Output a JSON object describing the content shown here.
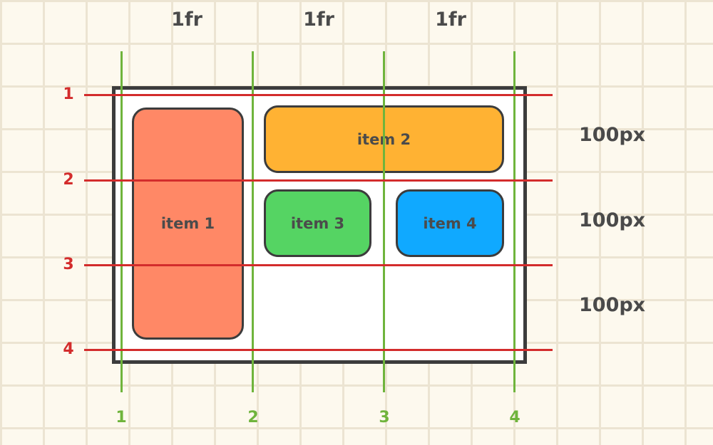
{
  "columns": {
    "headers": [
      "1fr",
      "1fr",
      "1fr"
    ],
    "line_numbers": [
      "1",
      "2",
      "3",
      "4"
    ]
  },
  "rows": {
    "sizes": [
      "100px",
      "100px",
      "100px"
    ],
    "line_numbers": [
      "1",
      "2",
      "3",
      "4"
    ]
  },
  "items": [
    {
      "label": "item 1",
      "color": "#ff8866"
    },
    {
      "label": "item 2",
      "color": "#ffb233"
    },
    {
      "label": "item 3",
      "color": "#55d463"
    },
    {
      "label": "item 4",
      "color": "#10a9ff"
    }
  ],
  "colors": {
    "column_lines": "#6fb43c",
    "row_lines": "#d32c2c",
    "background": "#fdf9ee",
    "container_border": "#3c3c3c"
  }
}
